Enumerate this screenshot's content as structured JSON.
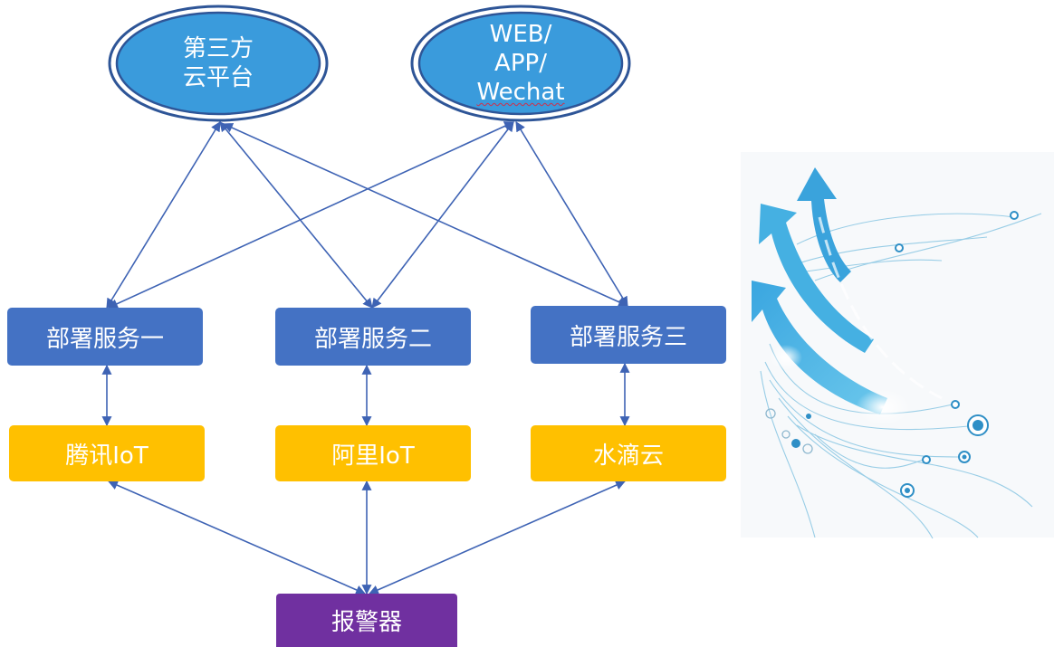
{
  "top_nodes": {
    "cloud_platform": [
      "第三方",
      "云平台"
    ],
    "web_app_wechat": [
      "WEB/",
      "APP/",
      "Wechat"
    ]
  },
  "services": {
    "service_1": "部署服务一",
    "service_2": "部署服务二",
    "service_3": "部署服务三"
  },
  "iot_platforms": {
    "tencent": "腾讯IoT",
    "aliyun": "阿里IoT",
    "shuidi": "水滴云"
  },
  "alarm": "报警器",
  "colors": {
    "oval_fill": "#3a9bdc",
    "oval_border": "#2e5597",
    "service_fill": "#4472c4",
    "iot_fill": "#ffc000",
    "alarm_fill": "#7030a0",
    "arrow": "#3e63b4"
  },
  "decoration": {
    "graphic": "blue-arrows-swoosh"
  }
}
